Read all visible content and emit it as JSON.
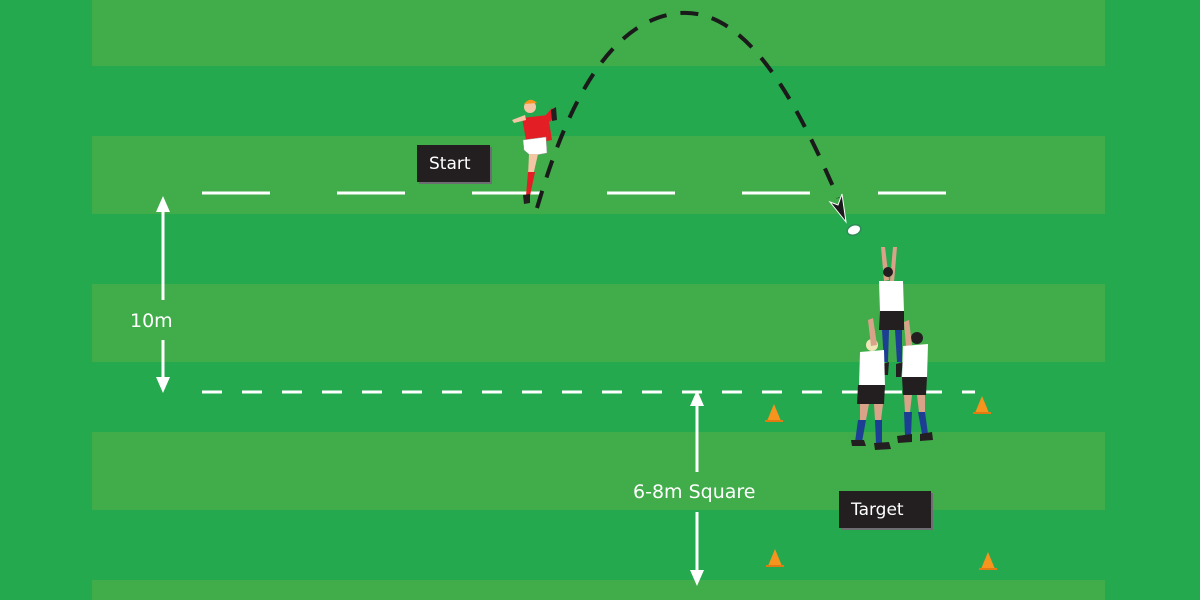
{
  "diagram": {
    "title": "Rugby kick-off to lineout drill",
    "colors": {
      "pitch_dark": "#24a94f",
      "pitch_light": "#40ad4a",
      "line_white": "#ffffff",
      "trajectory": "#1a1a1a",
      "label_bg": "#231f20",
      "cone": "#f7941d",
      "kicker_shirt": "#e31e24",
      "lifter_shirt": "#ffffff",
      "socks_blue": "#1c3f94"
    },
    "labels": {
      "start": "Start",
      "target": "Target"
    },
    "dimensions": {
      "distance_10m": "10m",
      "square": "6-8m Square"
    },
    "elements": {
      "kicker": "kicker-player-red",
      "ball": "rugby-ball-icon",
      "lineout": "lineout-lift-three-players",
      "cones": [
        "cone-top-left",
        "cone-top-right",
        "cone-bottom-left",
        "cone-bottom-right"
      ],
      "lines": [
        "10m-line-long-dash",
        "5m-line-short-dash"
      ],
      "trajectory": "kick-trajectory-dashed-arc"
    }
  }
}
